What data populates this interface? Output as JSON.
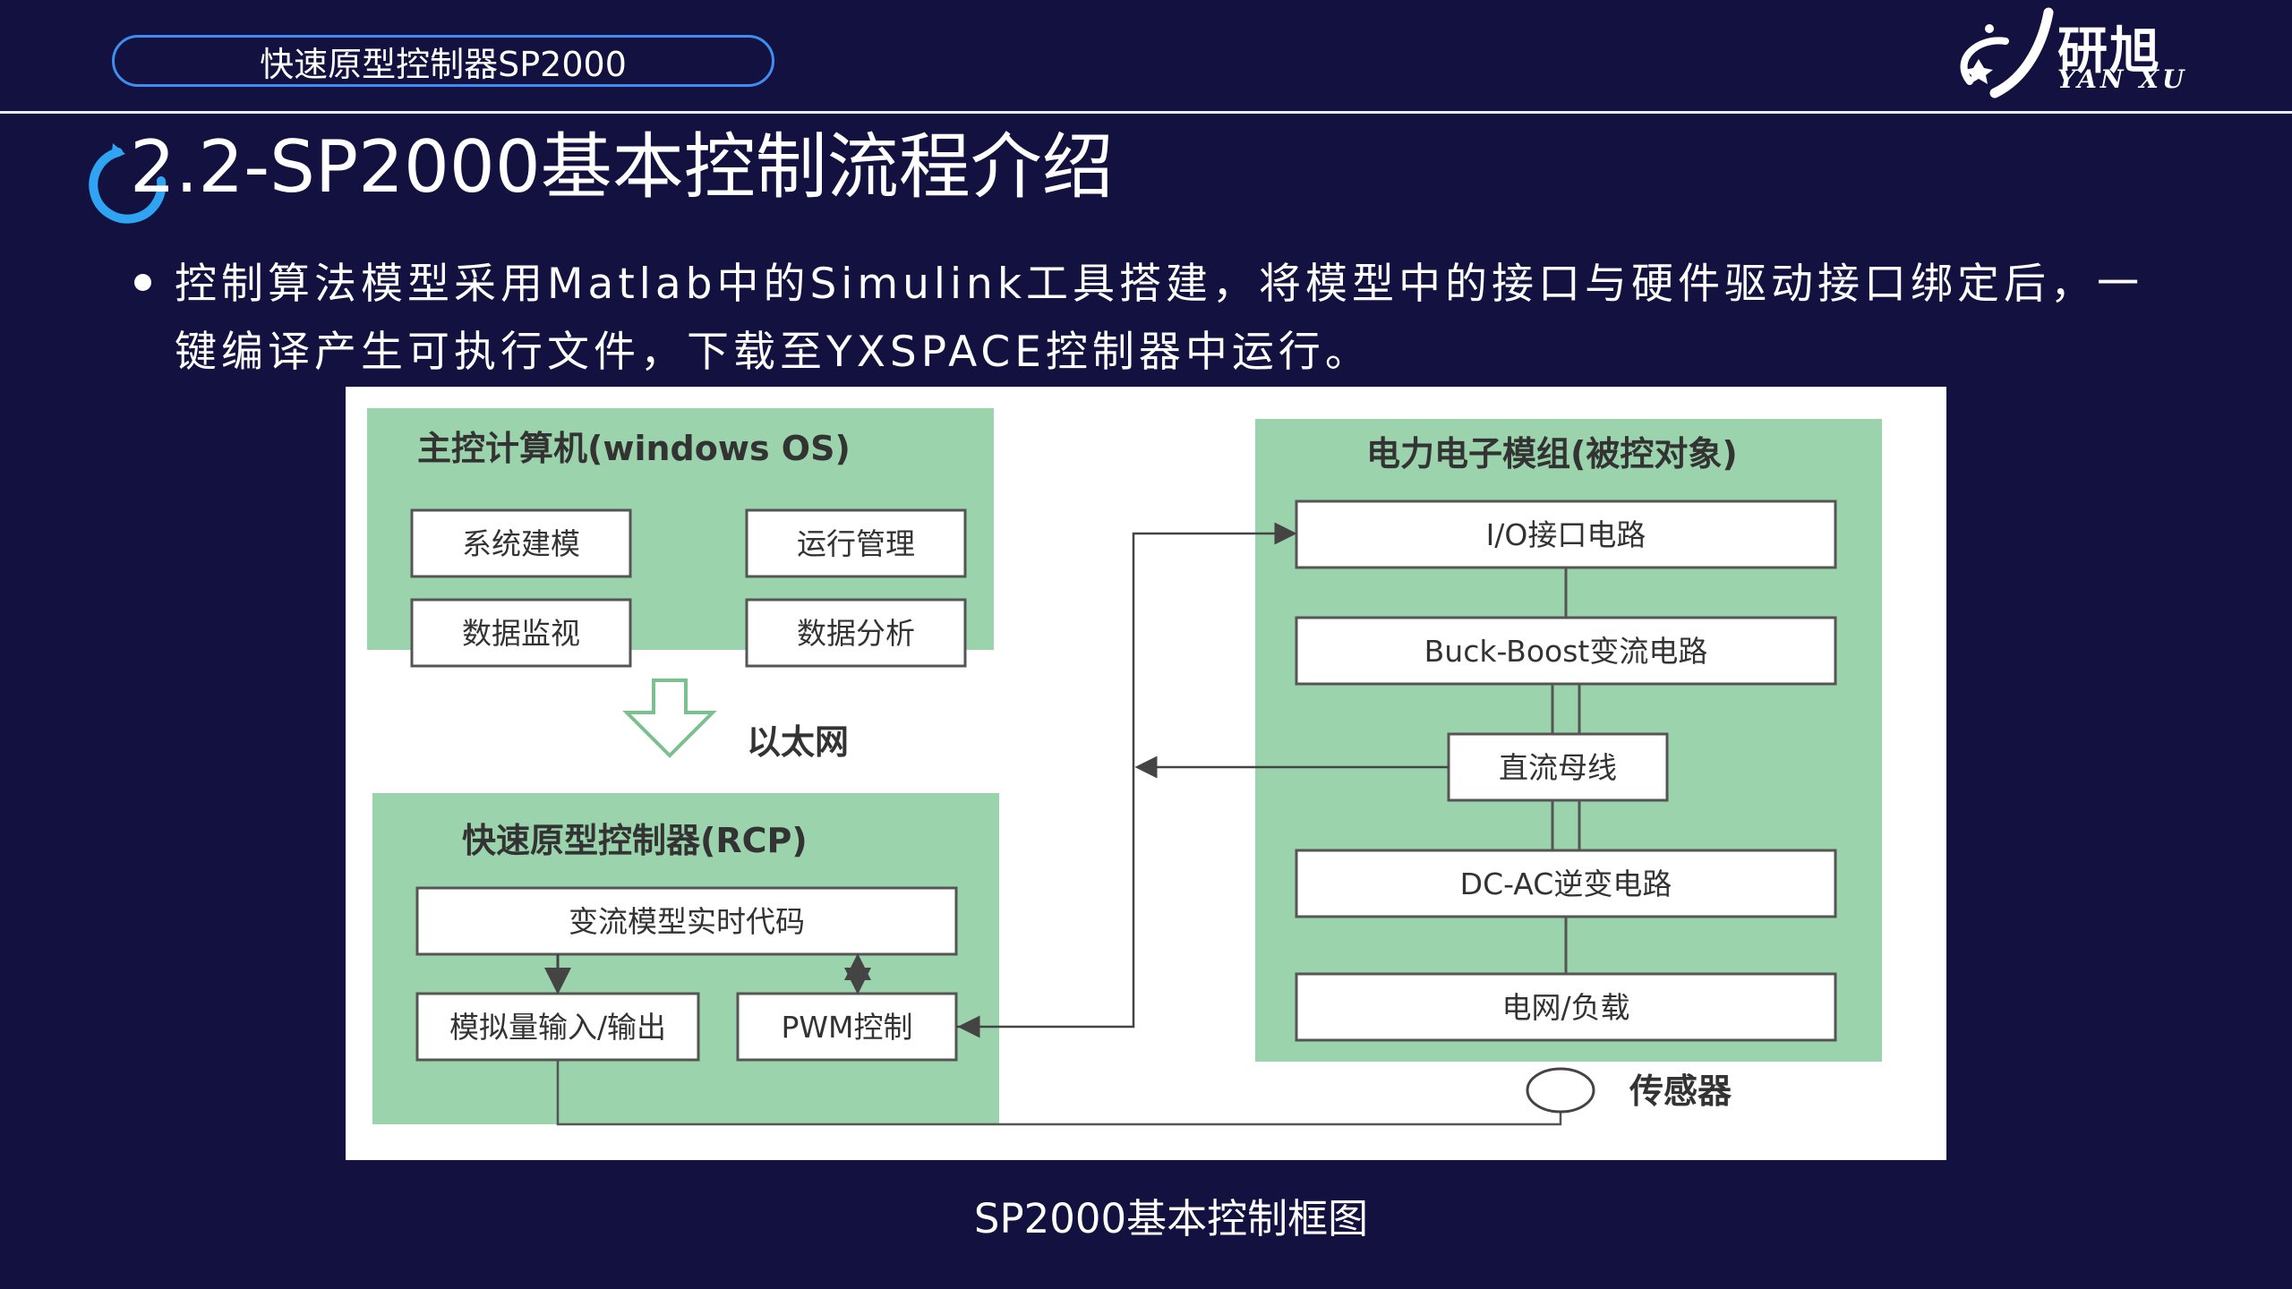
{
  "header": {
    "doc_title": "快速原型控制器SP2000"
  },
  "logo": {
    "cn": "研旭",
    "en": "YAN XU",
    "icon": "yanxu-swoosh-logo-icon"
  },
  "slide": {
    "title": "2.2-SP2000基本控制流程介绍",
    "title_icon": "circular-arrow-icon",
    "bullet": "控制算法模型采用Matlab中的Simulink工具搭建，将模型中的接口与硬件驱动接口绑定后，一键编译产生可执行文件，下载至YXSPACE控制器中运行。"
  },
  "diagram": {
    "host": {
      "title": "主控计算机(windows OS)",
      "items": [
        "系统建模",
        "运行管理",
        "数据监视",
        "数据分析"
      ]
    },
    "ethernet_label": "以太网",
    "rcp": {
      "title": "快速原型控制器(RCP)",
      "code_box": "变流模型实时代码",
      "analog_box": "模拟量输入/输出",
      "pwm_box": "PWM控制"
    },
    "power": {
      "title": "电力电子模组(被控对象)",
      "io": "I/O接口电路",
      "buck": "Buck-Boost变流电路",
      "dcbus": "直流母线",
      "dcac": "DC-AC逆变电路",
      "grid": "电网/负载"
    },
    "sensor_label": "传感器",
    "colors": {
      "group_fill": "#9bd3ad",
      "box_stroke": "#555555",
      "line": "#555555"
    }
  },
  "caption": "SP2000基本控制框图"
}
